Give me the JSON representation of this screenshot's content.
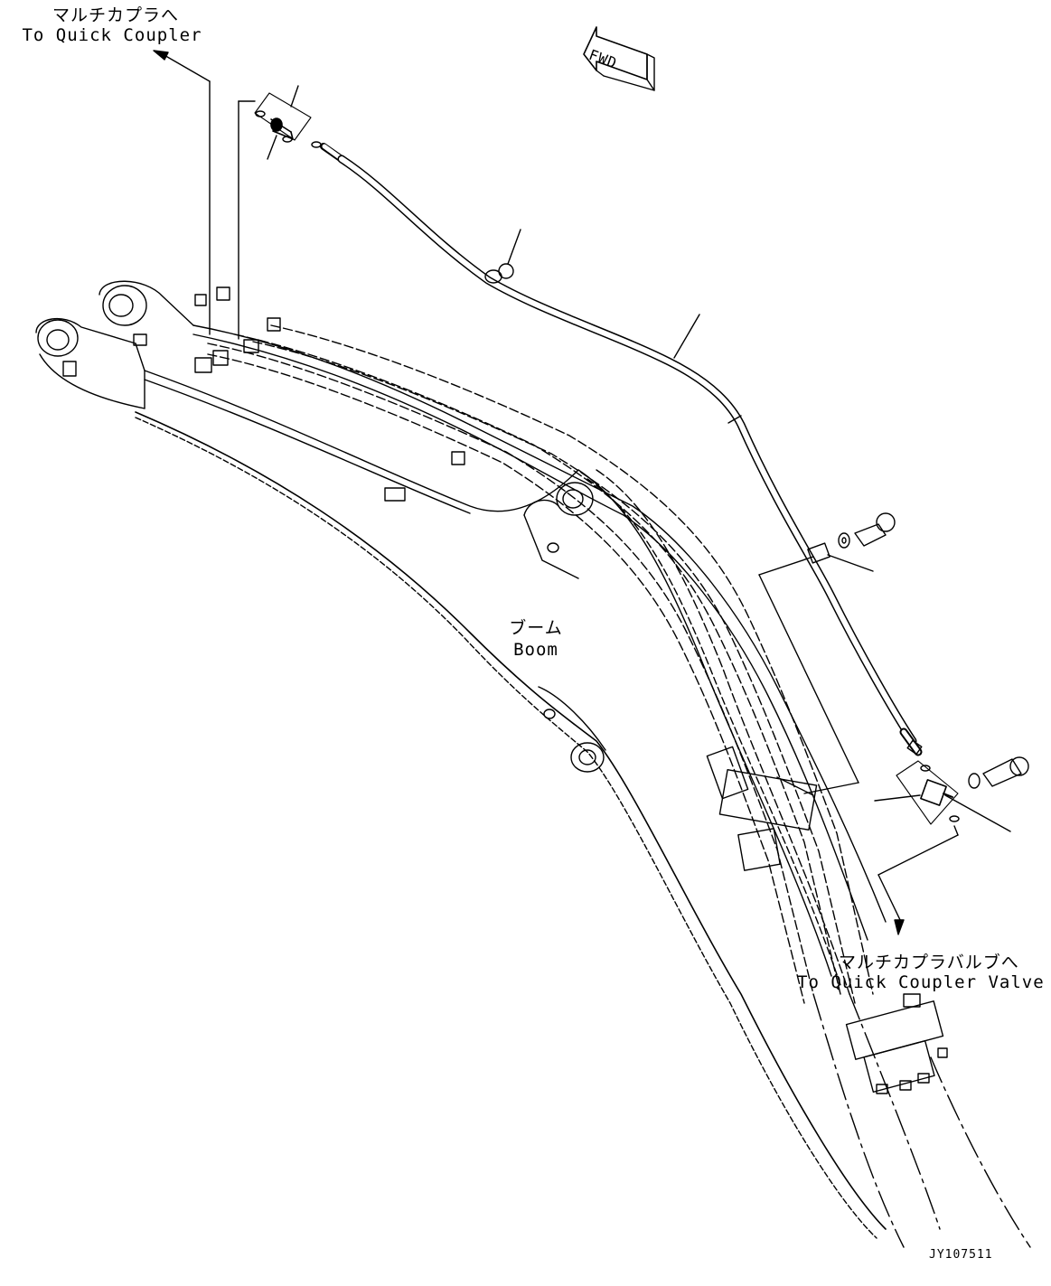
{
  "labels": {
    "coupler_jp": "マルチカプラへ",
    "coupler_en": "To Quick Coupler",
    "valve_jp": "マルチカプラバルブへ",
    "valve_en": "To Quick Coupler Valve",
    "boom_jp": "ブーム",
    "boom_en": "Boom",
    "fwd": "FWD",
    "drawing_id": "JY107511"
  }
}
